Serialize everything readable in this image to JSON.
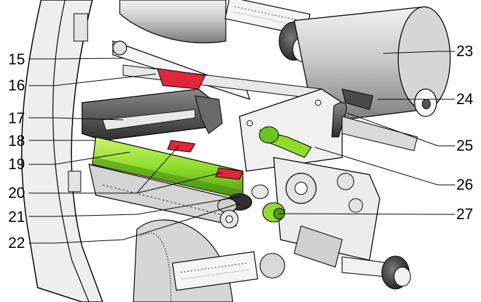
{
  "figure": {
    "callouts": [
      {
        "id": "15",
        "label": "15"
      },
      {
        "id": "16",
        "label": "16"
      },
      {
        "id": "17",
        "label": "17"
      },
      {
        "id": "18",
        "label": "18"
      },
      {
        "id": "19",
        "label": "19"
      },
      {
        "id": "20",
        "label": "20"
      },
      {
        "id": "21",
        "label": "21"
      },
      {
        "id": "22",
        "label": "22"
      },
      {
        "id": "23",
        "label": "23"
      },
      {
        "id": "24",
        "label": "24"
      },
      {
        "id": "25",
        "label": "25"
      },
      {
        "id": "26",
        "label": "26"
      },
      {
        "id": "27",
        "label": "27"
      }
    ],
    "colors": {
      "accent_green": "#8fdc2c",
      "accent_red": "#e0263a",
      "metal_light": "#dcdcdc",
      "metal_dark": "#3a3a3a",
      "line": "#000000"
    }
  }
}
